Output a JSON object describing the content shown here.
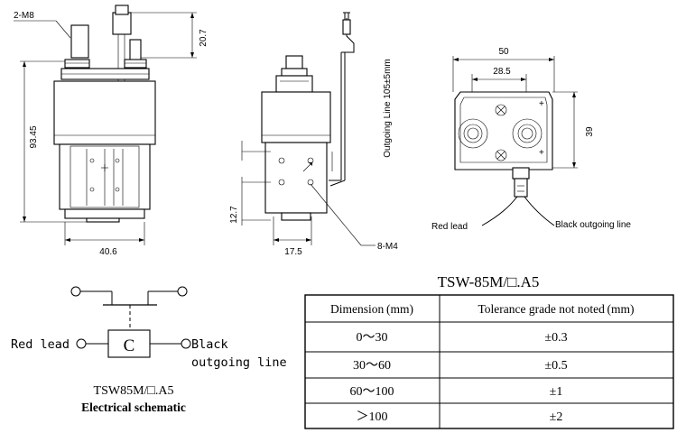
{
  "views": {
    "front": {
      "label_thread_top": "2-M8",
      "dim_right_top": "20.7",
      "dim_height": "93.45",
      "dim_width": "40.6"
    },
    "side": {
      "lead_label": "Outgoing Line 105±5mm",
      "dim_height": "12.7",
      "dim_width": "17.5",
      "label_screw": "8-M4"
    },
    "top": {
      "dim_width": "50",
      "dim_pitch": "28.5",
      "dim_depth": "39",
      "label_red": "Red lead",
      "label_black": "Black outgoing line"
    }
  },
  "schematic": {
    "label_coil": "C",
    "label_red": "Red lead",
    "label_black_1": "Black",
    "label_black_2": "outgoing line",
    "model": "TSW85M/□.A5",
    "caption": "Electrical schematic"
  },
  "table": {
    "title": "TSW-85M/□.A5",
    "headers": [
      "Dimension (mm)",
      "Tolerance grade not noted (mm)"
    ],
    "rows": [
      [
        "0～30",
        "±0.3"
      ],
      [
        "30～60",
        "±0.5"
      ],
      [
        "60～100",
        "±1"
      ],
      [
        "＞100",
        "±2"
      ]
    ]
  }
}
